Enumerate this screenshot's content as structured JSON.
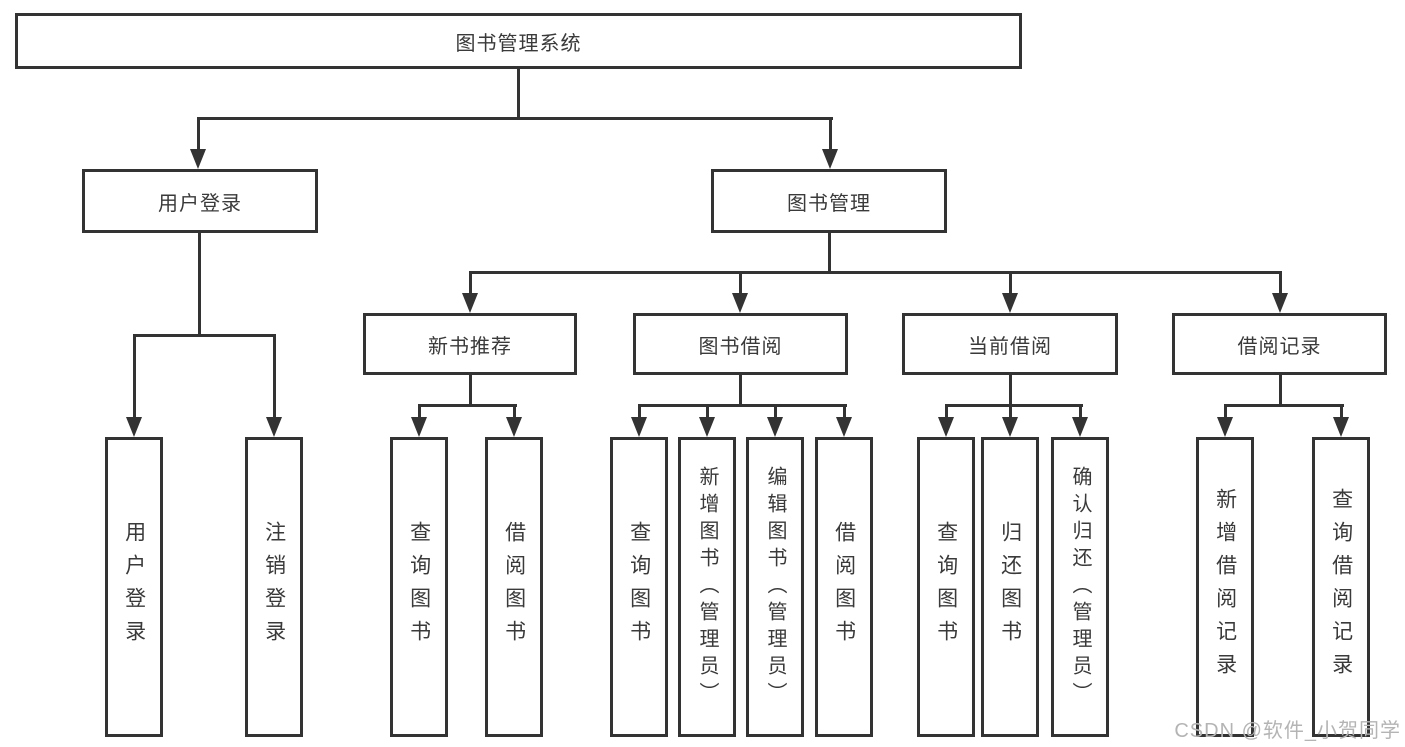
{
  "diagram": {
    "root": {
      "label": "图书管理系统"
    },
    "branches": [
      {
        "label": "用户登录",
        "children": [
          {
            "label": "用户登录"
          },
          {
            "label": "注销登录"
          }
        ]
      },
      {
        "label": "图书管理",
        "children": [
          {
            "label": "新书推荐",
            "children": [
              {
                "label": "查询图书"
              },
              {
                "label": "借阅图书"
              }
            ]
          },
          {
            "label": "图书借阅",
            "children": [
              {
                "label": "查询图书"
              },
              {
                "label": "新增图书（管理员）"
              },
              {
                "label": "编辑图书（管理员）"
              },
              {
                "label": "借阅图书"
              }
            ]
          },
          {
            "label": "当前借阅",
            "children": [
              {
                "label": "查询图书"
              },
              {
                "label": "归还图书"
              },
              {
                "label": "确认归还（管理员）"
              }
            ]
          },
          {
            "label": "借阅记录",
            "children": [
              {
                "label": "新增借阅记录"
              },
              {
                "label": "查询借阅记录"
              }
            ]
          }
        ]
      }
    ]
  },
  "watermark": "CSDN @软件_小贺同学",
  "colors": {
    "line": "#333333",
    "text": "#3a3a3a",
    "box_background": "#ffffff",
    "page_background": "#ffffff",
    "watermark": "#b4b4b4"
  }
}
